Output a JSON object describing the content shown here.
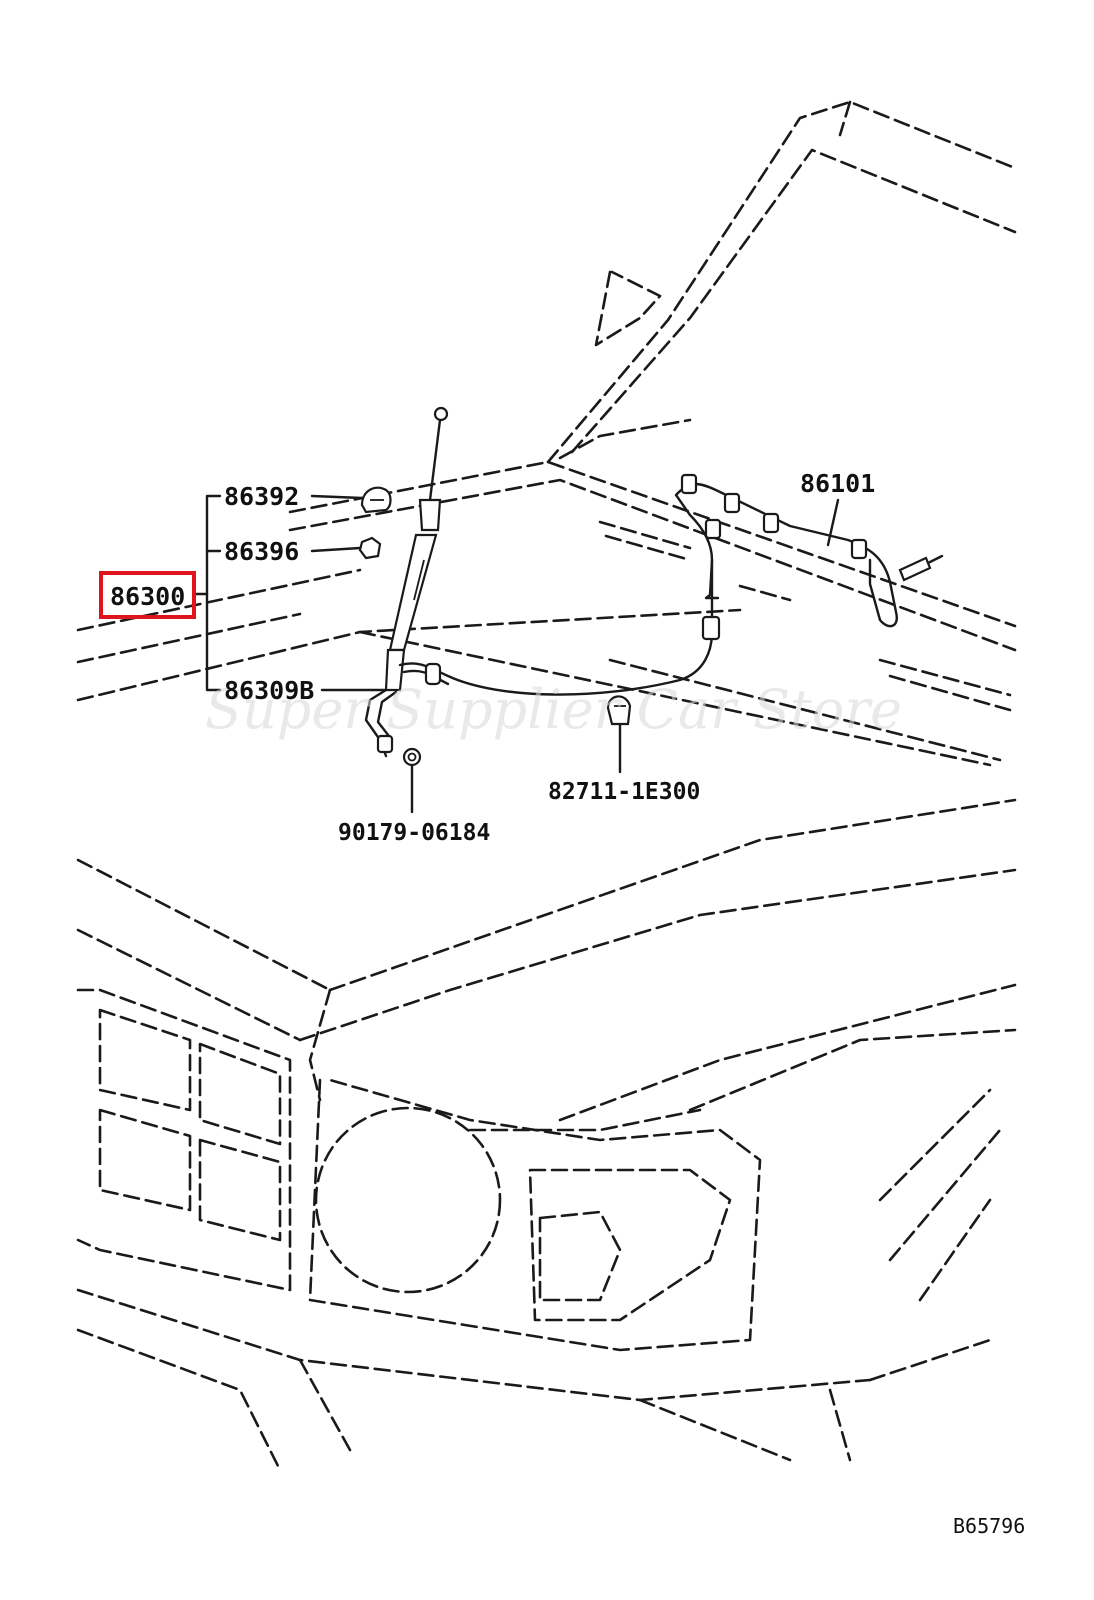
{
  "labels": {
    "p86392": "86392",
    "p86396": "86396",
    "p86300": "86300",
    "p86309b": "86309B",
    "p86101": "86101",
    "p82711": "82711-1E300",
    "p90179": "90179-06184",
    "figure_code": "B65796"
  },
  "watermark": "Super Supplier Car Store",
  "highlight_color": "#e0141c"
}
